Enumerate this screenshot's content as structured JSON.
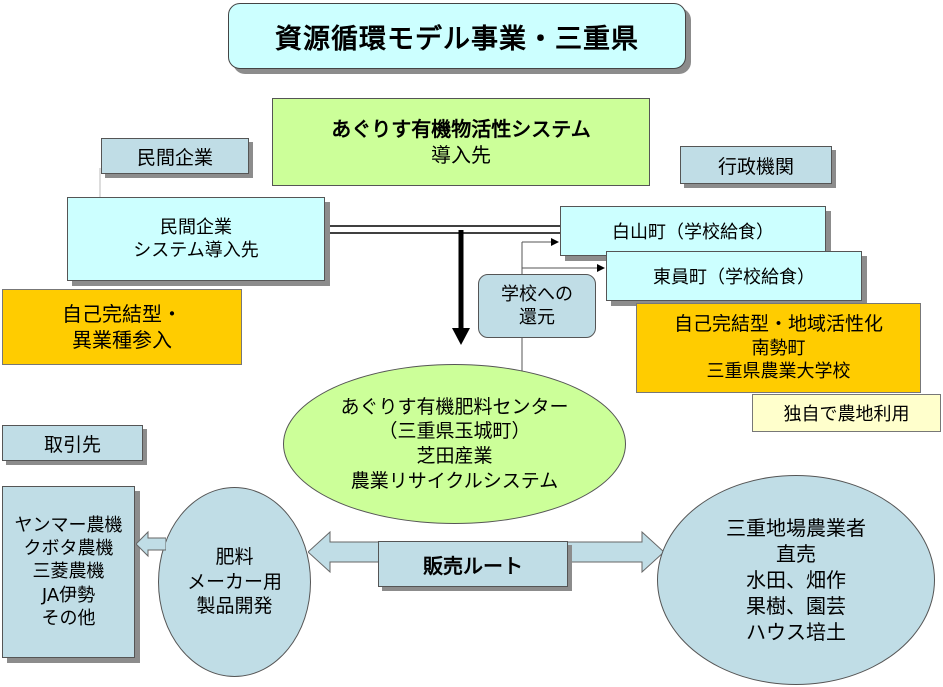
{
  "title": "資源循環モデル事業・三重県",
  "system_box": {
    "line1": "あぐりす有機物活性システム",
    "line2": "導入先"
  },
  "private": {
    "tag": "民間企業",
    "box_line1": "民間企業",
    "box_line2": "システム導入先",
    "note_line1": "自己完結型・",
    "note_line2": "異業種参入"
  },
  "government": {
    "tag": "行政機関",
    "hakusan": "白山町（学校給食）",
    "toin": "東員町（学校給食）",
    "note_line1": "自己完結型・地域活性化",
    "note_line2": "南勢町",
    "note_line3": "三重県農業大学校",
    "own_land": "独自で農地利用"
  },
  "school_return": {
    "line1": "学校への",
    "line2": "還元"
  },
  "center": {
    "line1": "あぐりす有機肥料センター",
    "line2": "（三重県玉城町）",
    "line3": "芝田産業",
    "line4": "農業リサイクルシステム"
  },
  "clients": {
    "tag": "取引先",
    "items": [
      "ヤンマー農機",
      "クボタ農機",
      "三菱農機",
      "JA伊勢",
      "その他"
    ]
  },
  "fertilizer": {
    "line1": "肥料",
    "line2": "メーカー用",
    "line3": "製品開発"
  },
  "sales_route": "販売ルート",
  "farmers": {
    "line1": "三重地場農業者",
    "line2": "直売",
    "line3": "水田、畑作",
    "line4": "果樹、園芸",
    "line5": "ハウス培土"
  },
  "colors": {
    "cyan_box": "#ccffff",
    "slate_box": "#c0dde6",
    "green_box": "#ccff99",
    "orange_note": "#ffcc00",
    "yellow_note": "#ffffcc"
  }
}
